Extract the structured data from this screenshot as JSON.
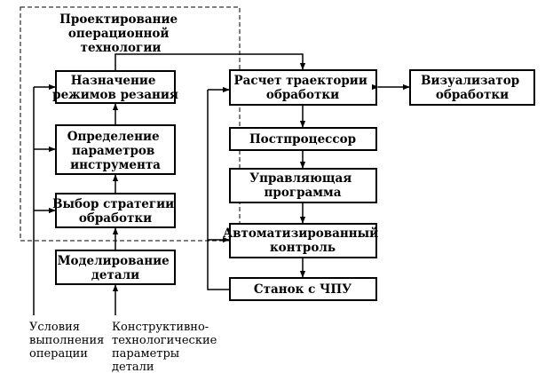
{
  "diagram": {
    "group_title": [
      "Проектирование",
      "операционной",
      "технологии"
    ],
    "nodes": {
      "cutting_modes": [
        "Назначение",
        "режимов резания"
      ],
      "tool_params": [
        "Определение",
        "параметров",
        "инструмента"
      ],
      "strategy": [
        "Выбор стратегии",
        "обработки"
      ],
      "part_modeling": [
        "Моделирование",
        "детали"
      ],
      "trajectory": [
        "Расчет траектории",
        "обработки"
      ],
      "visualizer": [
        "Визуализатор",
        "обработки"
      ],
      "postprocessor": [
        "Постпроцессор"
      ],
      "control_program": [
        "Управляющая",
        "программа"
      ],
      "auto_control": [
        "Автоматизированный",
        "контроль"
      ],
      "cnc_machine": [
        "Станок с ЧПУ"
      ]
    },
    "inputs": {
      "conditions": [
        "Условия",
        "выполнения",
        "операции"
      ],
      "design_params": [
        "Конструктивно-",
        "технологические",
        "параметры",
        "детали"
      ]
    },
    "colors": {
      "stroke": "#000000",
      "fill": "#ffffff",
      "text": "#000000"
    }
  }
}
